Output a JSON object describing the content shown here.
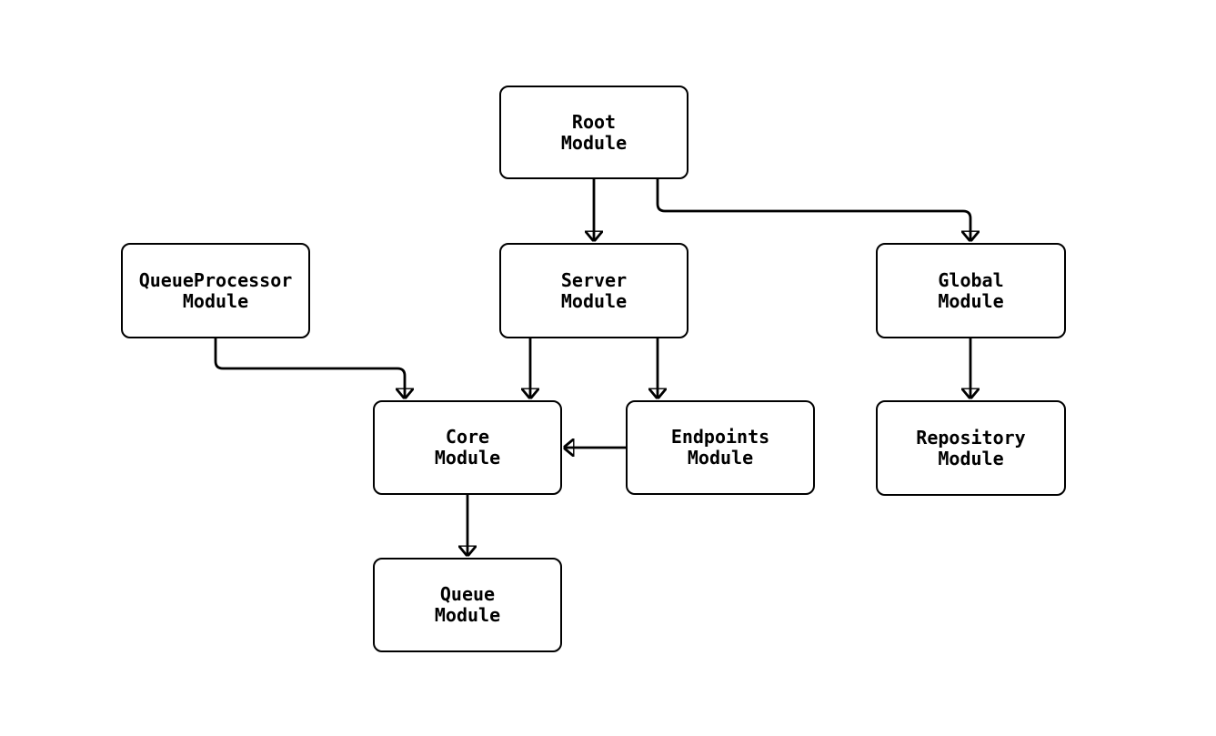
{
  "diagram": {
    "type": "flowchart",
    "background_color": "#ffffff",
    "node_fill_color": "#ffffff",
    "node_border_color": "#000000",
    "edge_color": "#000000",
    "text_color": "#000000",
    "nodes": [
      {
        "id": "root",
        "label": "Root\nModule"
      },
      {
        "id": "queueProcessor",
        "label": "QueueProcessor\nModule"
      },
      {
        "id": "server",
        "label": "Server\nModule"
      },
      {
        "id": "global",
        "label": "Global\nModule"
      },
      {
        "id": "core",
        "label": "Core\nModule"
      },
      {
        "id": "endpoints",
        "label": "Endpoints\nModule"
      },
      {
        "id": "repository",
        "label": "Repository\nModule"
      },
      {
        "id": "queue",
        "label": "Queue\nModule"
      }
    ],
    "edges": [
      {
        "from": "root",
        "to": "server"
      },
      {
        "from": "root",
        "to": "global"
      },
      {
        "from": "queueProcessor",
        "to": "core"
      },
      {
        "from": "server",
        "to": "core"
      },
      {
        "from": "server",
        "to": "endpoints"
      },
      {
        "from": "endpoints",
        "to": "core"
      },
      {
        "from": "global",
        "to": "repository"
      },
      {
        "from": "core",
        "to": "queue"
      }
    ]
  }
}
